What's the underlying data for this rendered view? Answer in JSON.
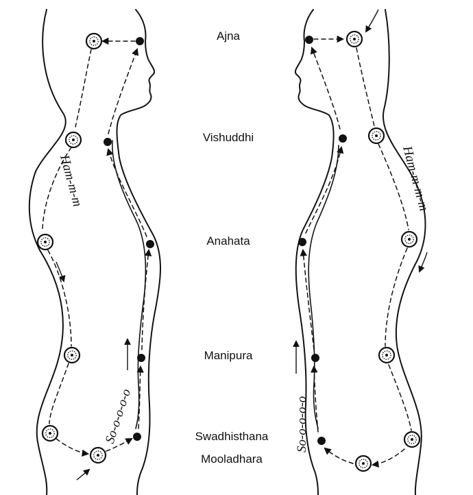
{
  "chakras": [
    {
      "id": "ajna",
      "label": "Ajna"
    },
    {
      "id": "vishuddhi",
      "label": "Vishuddhi"
    },
    {
      "id": "anahata",
      "label": "Anahata"
    },
    {
      "id": "manipura",
      "label": "Manipura"
    },
    {
      "id": "swadhisthana",
      "label": "Swadhisthana"
    },
    {
      "id": "mooladhara",
      "label": "Mooladhara"
    }
  ],
  "left_figure": {
    "ascending_mantra": "So-o-o-o-o",
    "descending_mantra": "Ham-m-m"
  },
  "right_figure": {
    "ascending_mantra": "So-o-o-o-o",
    "descending_mantra": "Ham-m-m-m"
  },
  "colors": {
    "ink": "#111111",
    "paper": "#ffffff"
  }
}
